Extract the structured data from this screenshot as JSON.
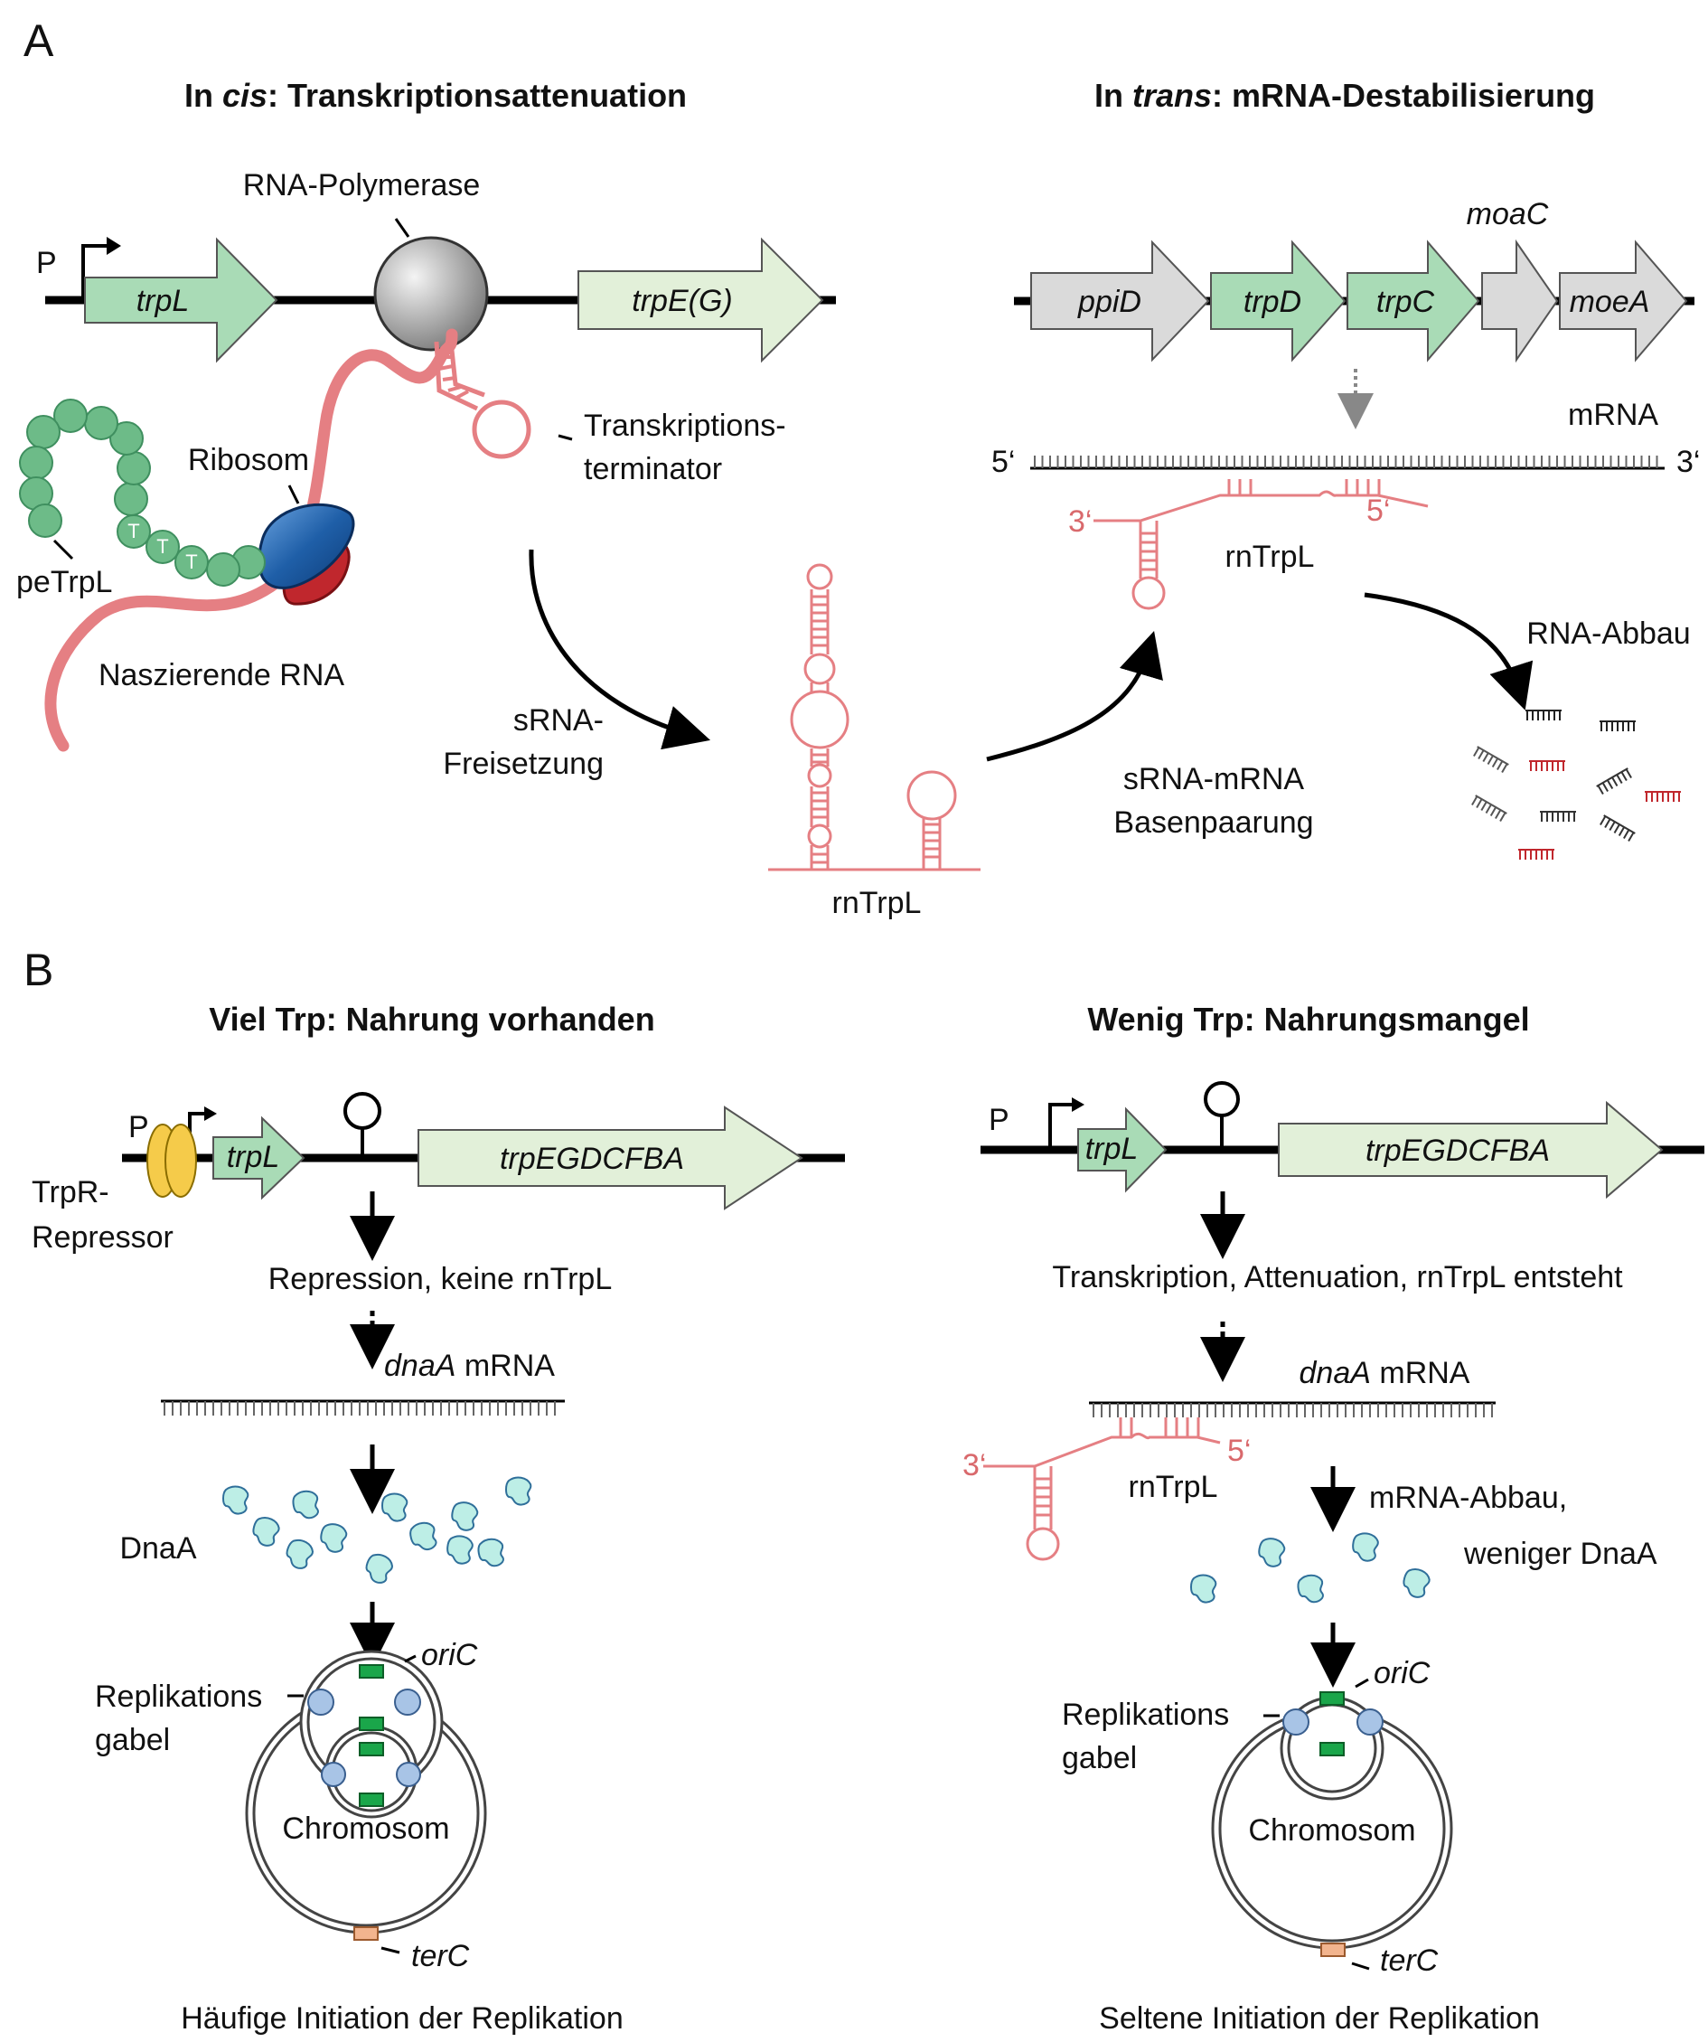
{
  "panels": {
    "a": {
      "letter": "A",
      "cis": {
        "title_pre": "In ",
        "title_it": "cis",
        "title_post": ": Transkriptionsattenuation",
        "promoter": "P",
        "gene1": "trpL",
        "gene2": "trpE(G)",
        "polymerase": "RNA-Polymerase",
        "terminator_1": "Transkriptions-",
        "terminator_2": "terminator",
        "ribosome": "Ribosom",
        "peptide": "peTrpL",
        "peptide_residue": "T",
        "nascent": "Naszierende RNA",
        "release_1": "sRNA-",
        "release_2": "Freisetzung",
        "srna": "rnTrpL"
      },
      "trans": {
        "title_pre": "In ",
        "title_it": "trans",
        "title_post": ": mRNA-Destabilisierung",
        "genes": [
          "ppiD",
          "trpD",
          "trpC",
          "moeA"
        ],
        "gene_above": "moaC",
        "mrna": "mRNA",
        "end5": "5‘",
        "end3": "3‘",
        "srna": "rnTrpL",
        "pairing_1": "sRNA-mRNA",
        "pairing_2": "Basenpaarung",
        "degradation": "RNA-Abbau"
      }
    },
    "b": {
      "letter": "B",
      "high": {
        "title": "Viel Trp: Nahrung vorhanden",
        "promoter": "P",
        "gene1": "trpL",
        "operon": "trpEGDCFBA",
        "repressor_1": "TrpR-",
        "repressor_2": "Repressor",
        "step1": "Repression, keine rnTrpL",
        "mrna_it": "dnaA",
        "mrna_rest": " mRNA",
        "protein": "DnaA",
        "ori": "oriC",
        "fork_1": "Replikations",
        "fork_2": "gabel",
        "chromosome": "Chromosom",
        "ter": "terC",
        "result": "Häufige Initiation der Replikation"
      },
      "low": {
        "title": "Wenig Trp: Nahrungsmangel",
        "promoter": "P",
        "gene1": "trpL",
        "operon": "trpEGDCFBA",
        "step1": "Transkription, Attenuation, rnTrpL entsteht",
        "mrna_it": "dnaA",
        "mrna_rest": " mRNA",
        "srna": "rnTrpL",
        "end3": "3‘",
        "end5": "5‘",
        "degr_1": "mRNA-Abbau,",
        "degr_2": "weniger DnaA",
        "ori": "oriC",
        "fork_1": "Replikations",
        "fork_2": "gabel",
        "chromosome": "Chromosom",
        "ter": "terC",
        "result": "Seltene Initiation der Replikation"
      }
    }
  },
  "colors": {
    "gene_green": "#a9dbb6",
    "gene_light": "#e2f0d9",
    "gene_grey": "#dadada",
    "rna_pink": "#d9696c",
    "peptide_green": "#6dbb88",
    "ribosome_blue": "#1f5fa8",
    "ribosome_red": "#c0272d",
    "dnaa_cyan": "#bdeee6",
    "repressor_yellow": "#f5cb4a",
    "fork_blue": "#a8c4e6",
    "ori_green": "#1aa64a",
    "ter_orange": "#f2b48e"
  }
}
